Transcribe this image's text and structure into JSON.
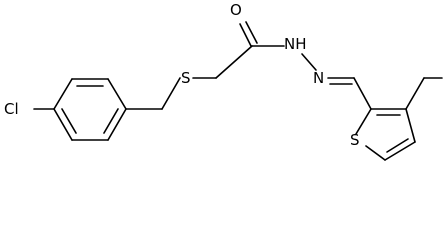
{
  "molecule": {
    "atoms": {
      "chlorine": "Cl",
      "sulfur_thioether": "S",
      "oxygen": "O",
      "nh": "NH",
      "imine_n": "N",
      "thiophene_s": "S"
    }
  }
}
